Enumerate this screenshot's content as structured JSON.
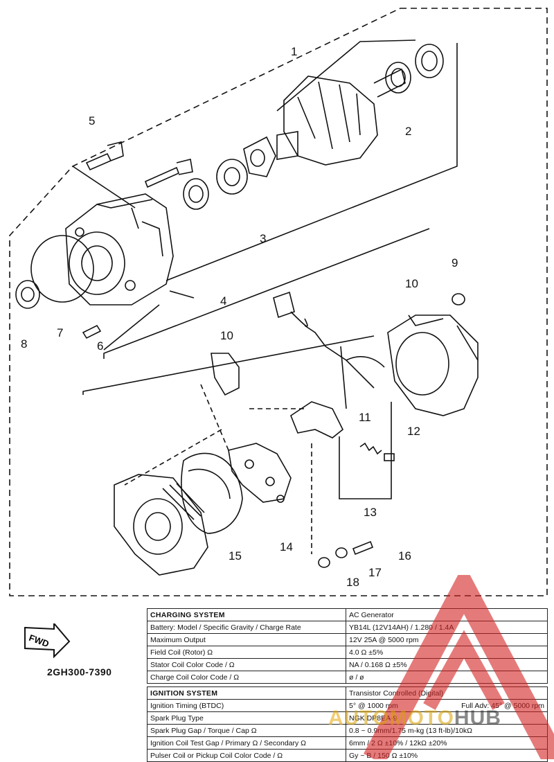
{
  "diagram": {
    "part_numbers": [
      "1",
      "2",
      "3",
      "4",
      "5",
      "6",
      "7",
      "8",
      "9",
      "10",
      "10",
      "11",
      "12",
      "13",
      "14",
      "15",
      "16",
      "17",
      "18"
    ],
    "model_code": "2GH300-7390",
    "fwd_label": "FWD"
  },
  "charging_table": {
    "rows": [
      {
        "param": "CHARGING SYSTEM",
        "value": "AC Generator"
      },
      {
        "param": "Battery: Model / Specific Gravity / Charge Rate",
        "value": "YB14L (12V14AH) / 1.280 / 1.4A"
      },
      {
        "param": "Maximum Output",
        "value": "12V 25A @ 5000 rpm"
      },
      {
        "param": "Field Coil (Rotor) Ω",
        "value": "4.0 Ω ±5%"
      },
      {
        "param": "Stator Coil Color Code / Ω",
        "value": "NA / 0.168 Ω ±5%"
      },
      {
        "param": "Charge Coil Color Code / Ω",
        "value": "ø / ø"
      }
    ]
  },
  "ignition_table": {
    "rows": [
      {
        "param": "IGNITION SYSTEM",
        "value": "Transistor Controlled (Digital)"
      },
      {
        "param": "Ignition Timing (BTDC)",
        "value": "5° @ 1000 rpm",
        "value2": "Full Adv: 45° @ 5000 rpm"
      },
      {
        "param": "Spark Plug Type",
        "value": "NGK DP8EA-9"
      },
      {
        "param": "Spark Plug Gap / Torque / Cap Ω",
        "value": "0.8 ~ 0.9mm/1.75 m-kg (13 ft-lb)/10kΩ"
      },
      {
        "param": "Ignition Coil Test Gap / Primary Ω / Secondary Ω",
        "value": "6mm / 2 Ω ±10% / 12kΩ ±20%"
      },
      {
        "param": "Pulser Coil or Pickup Coil Color Code / Ω",
        "value": "Gy ~ B / 150 Ω ±10%"
      }
    ]
  },
  "watermark": {
    "part1": "A",
    "part2": "UTOMOTO",
    "part3": "HUB"
  }
}
